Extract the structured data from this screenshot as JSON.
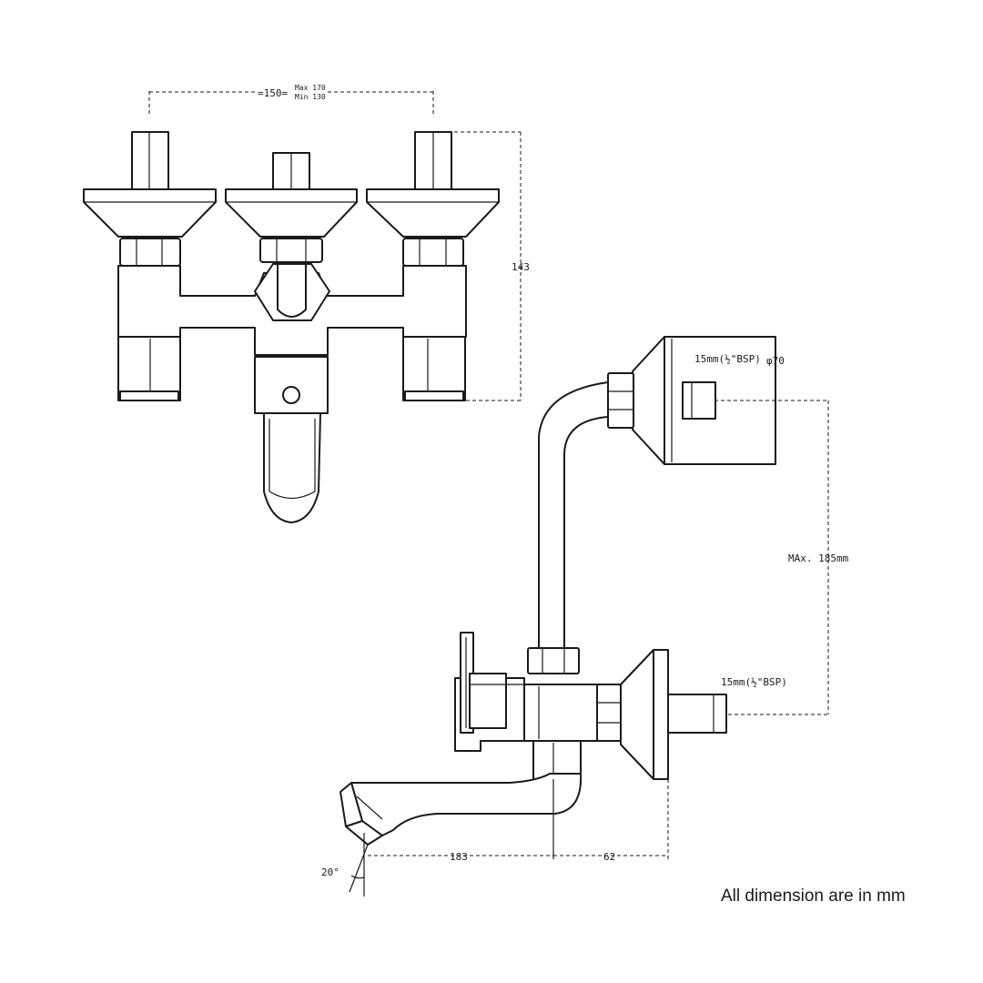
{
  "dimensions": {
    "top_spacing": "=150=",
    "top_spacing_max": "Max 170",
    "top_spacing_min": "Min 130",
    "overall_height": "143",
    "wall_inlet_size": "15mm(½\"BSP)",
    "flange_diameter": "φ70",
    "max_height": "MAx. 185mm",
    "body_inlet_size": "15mm(½\"BSP)",
    "spout_reach": "183",
    "wall_offset": "62",
    "spout_angle": "20°"
  },
  "note": "All dimension are in mm"
}
